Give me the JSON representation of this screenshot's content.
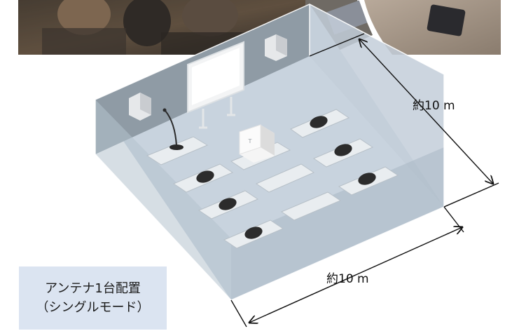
{
  "dimension_depth": "約10 m",
  "dimension_width": "約10 m",
  "caption": {
    "line1": "アンテナ1台配置",
    "line2": "（シングルモード）"
  }
}
